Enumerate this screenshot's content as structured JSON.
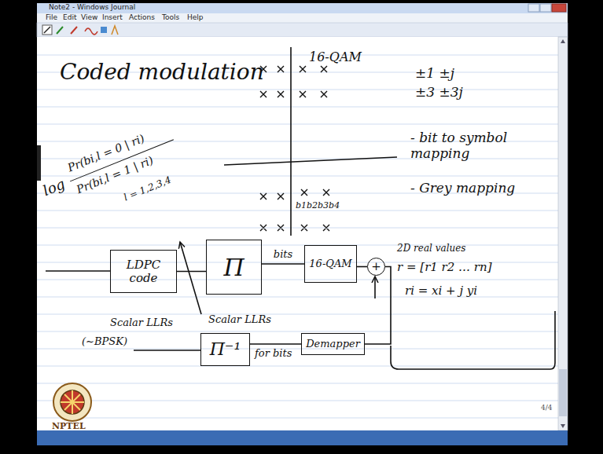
{
  "diagram": {
    "title": "Coded modulation",
    "nodes": [
      {
        "text": [
          "LDPC code"
        ]
      },
      {
        "text": [
          "Π"
        ]
      },
      {
        "text": [
          "16-QAM"
        ]
      },
      {
        "text": [
          "+"
        ]
      },
      {
        "text": [
          "Demapper"
        ]
      },
      {
        "text": [
          "Π⁻¹"
        ]
      }
    ],
    "edges": [
      {
        "from": 0,
        "to": 1,
        "arrow": "none"
      },
      {
        "from": 1,
        "to": 2,
        "label": "bits",
        "arrow": "none"
      },
      {
        "from": 2,
        "to": 3,
        "arrow": "none"
      },
      {
        "from": 3,
        "to": 4,
        "arrow": "none"
      },
      {
        "from": 4,
        "to": 5,
        "arrow": "none"
      }
    ],
    "labels": [
      "Note2 - Windows Journal",
      "File",
      "Edit",
      "View",
      "Insert",
      "Actions",
      "Tools",
      "Help",
      "16-QAM",
      "±1 ±j",
      "±3 ±3j",
      "b1b2b3b4",
      "- bit to symbol mapping",
      "- Grey mapping",
      "log",
      "Pr(bi,l = 0 | ri)",
      "Pr(bi,l = 1 | ri)",
      "l = 1,2,3,4",
      "2D real values",
      "r = [r1 r2 … rn]",
      "ri = xi + j yi",
      "Scalar LLRs",
      "for bits",
      "Scalar LLRs",
      "(~BPSK)",
      "NPTEL",
      "4/4"
    ]
  }
}
